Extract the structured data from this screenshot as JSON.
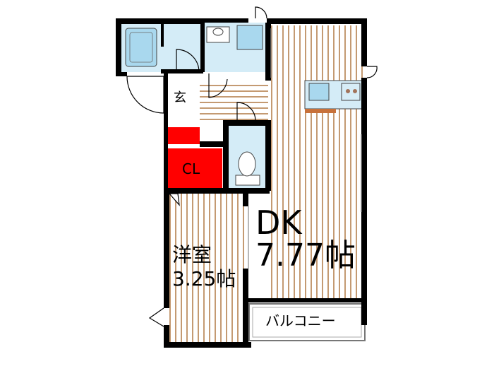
{
  "floor_plan": {
    "rooms": {
      "dk": {
        "name": "DK",
        "size": "7.77帖"
      },
      "western": {
        "name": "洋室",
        "size": "3.25帖"
      },
      "closet": {
        "name": "CL"
      },
      "entrance": {
        "name": "玄"
      },
      "balcony": {
        "name": "バルコニー"
      }
    },
    "colors": {
      "wall": "#000000",
      "floor_stripe": "#c49a72",
      "floor_base": "#ffffff",
      "wet_area": "#d4ecf7",
      "fixture_blue": "#a9d8ee",
      "closet_red": "#ff0000",
      "counter_brown": "#c8713a",
      "balcony_fill": "#ffffff",
      "balcony_hatch": "#9a9a9a"
    }
  }
}
